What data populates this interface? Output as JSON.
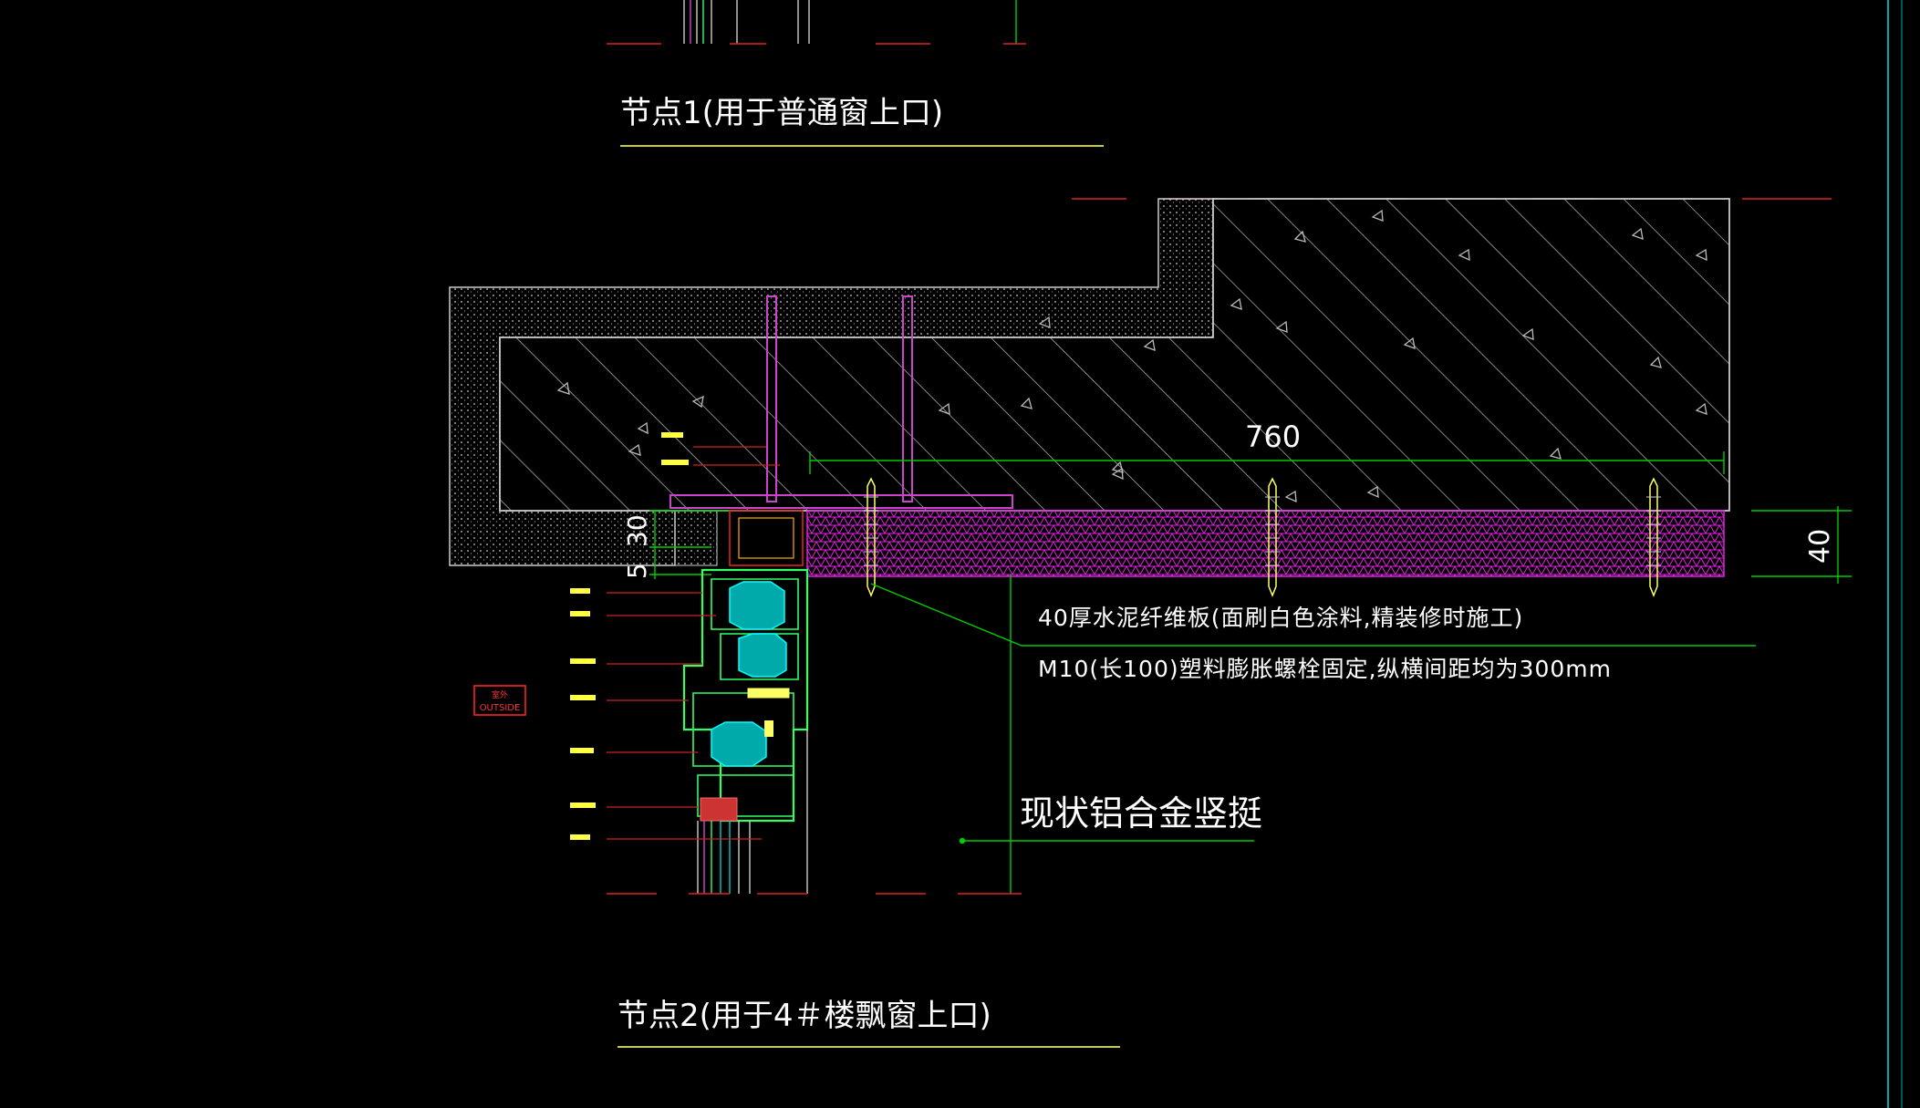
{
  "drawing": {
    "node1_title": "节点1(用于普通窗上口)",
    "node2_title": "节点2(用于4＃楼飘窗上口)",
    "note_board": "40厚水泥纤维板(面刷白色涂料,精装修时施工)",
    "note_bolt": "M10(长100)塑料膨胀螺栓固定,纵横间距均为300mm",
    "note_mullion": "现状铝合金竖挺",
    "dim_width": "760",
    "dim_board_thickness": "40",
    "dim_30": "30",
    "dim_5": "5",
    "outside_label_cn": "室外",
    "outside_label_en": "OUTSIDE",
    "colors": {
      "background": "#000000",
      "text": "#ffffff",
      "leader": "#00cc00",
      "board": "#cc00cc",
      "window_frame": "#33ff66",
      "glass": "#00cccc",
      "hatch": "#ffffff",
      "axis": "#dd2222",
      "title_underline": "#cccc33"
    }
  }
}
